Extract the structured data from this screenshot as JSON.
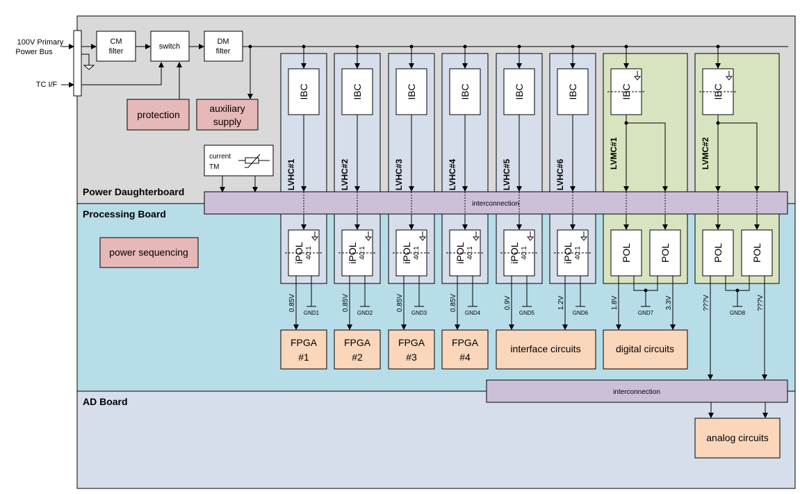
{
  "inputs": {
    "primary_bus": [
      "100V Primary",
      "Power Bus"
    ],
    "tc": "TC I/F"
  },
  "boards": {
    "power": "Power Daughterboard",
    "processing": "Processing Board",
    "ad": "AD Board"
  },
  "blocks": {
    "cm_filter": [
      "CM",
      "filter"
    ],
    "switch": "switch",
    "dm_filter": [
      "DM",
      "filter"
    ],
    "protection": "protection",
    "auxiliary": [
      "auxiliary",
      "supply"
    ],
    "current_tm": [
      "current",
      "TM"
    ],
    "power_sequencing": "power sequencing",
    "interconnection_top": "interconnection",
    "interconnection_bottom": "interconnection",
    "analog": "analog circuits"
  },
  "converters": [
    {
      "name": "LVHC#1",
      "ibc": "IBC",
      "pol": "iPOL",
      "ratio": "40:1",
      "voltage": "0.85V",
      "gnd": "GND1",
      "type": "hc"
    },
    {
      "name": "LVHC#2",
      "ibc": "IBC",
      "pol": "iPOL",
      "ratio": "40:1",
      "voltage": "0.85V",
      "gnd": "GND2",
      "type": "hc"
    },
    {
      "name": "LVHC#3",
      "ibc": "IBC",
      "pol": "iPOL",
      "ratio": "40:1",
      "voltage": "0.85V",
      "gnd": "GND3",
      "type": "hc"
    },
    {
      "name": "LVHC#4",
      "ibc": "IBC",
      "pol": "iPOL",
      "ratio": "40:1",
      "voltage": "0.85V",
      "gnd": "GND4",
      "type": "hc"
    },
    {
      "name": "LVHC#5",
      "ibc": "IBC",
      "pol": "iPOL",
      "ratio": "40:1",
      "voltage": "0.9V",
      "gnd": "GND5",
      "type": "hc"
    },
    {
      "name": "LVHC#6",
      "ibc": "IBC",
      "pol": "iPOL",
      "ratio": "40:1",
      "voltage": "1.2V",
      "gnd": "GND6",
      "type": "hc"
    },
    {
      "name": "LVMC#1",
      "ibc": "IBC",
      "pol": "POL",
      "voltages": [
        "1.8V",
        "3.3V"
      ],
      "gnd": "GND7",
      "type": "mc"
    },
    {
      "name": "LVMC#2",
      "ibc": "IBC",
      "pol": "POL",
      "voltages": [
        "???V",
        "???V"
      ],
      "gnd": "GND8",
      "type": "mc"
    }
  ],
  "loads": {
    "fpga": [
      [
        "FPGA",
        "#1"
      ],
      [
        "FPGA",
        "#2"
      ],
      [
        "FPGA",
        "#3"
      ],
      [
        "FPGA",
        "#4"
      ]
    ],
    "interface": "interface circuits",
    "digital": "digital circuits"
  },
  "colors": {
    "power_board": "#d9d9d9",
    "processing_board": "#b7dde8",
    "ad_board": "#d5deea",
    "hc_module": "#d5deea",
    "mc_module": "#d8e4bf",
    "interconnection": "#ccc0d9",
    "pink_block": "#e6b8b7",
    "load_block": "#fad6bb"
  }
}
